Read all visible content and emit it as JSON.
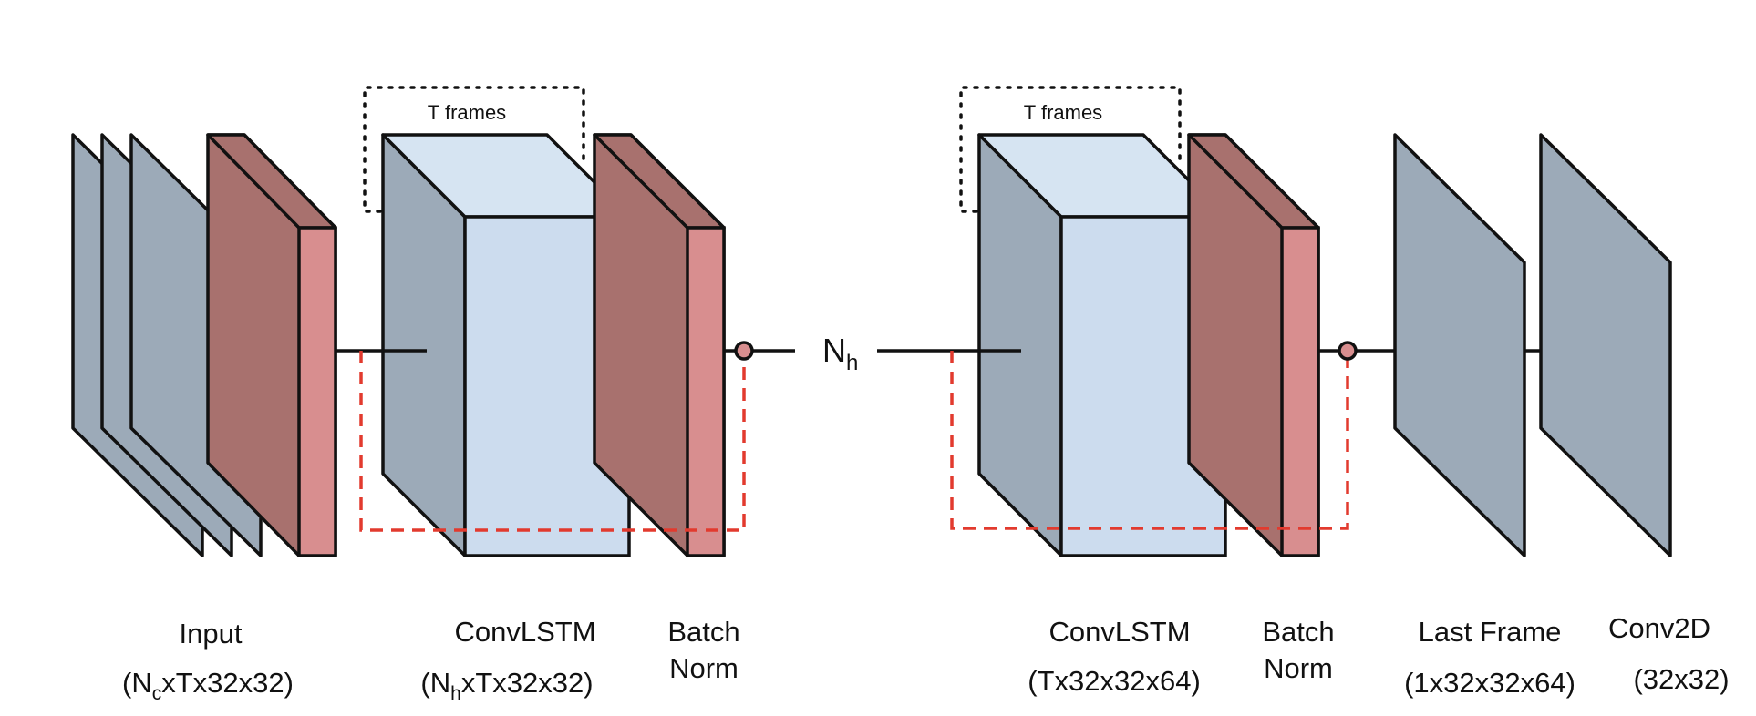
{
  "colors": {
    "gray_face": "#9CAAB8",
    "blue_front": "#CCDCEE",
    "blue_top": "#D6E4F2",
    "pink_front": "#D88E8F",
    "pink_side": "#A8716E",
    "dashed_red": "#E23A2E",
    "stroke": "#111111"
  },
  "blocks": {
    "input": {
      "label": "Input",
      "dims_prefix": "(N",
      "dims_sub": "c",
      "dims_suffix": "xTx32x32)"
    },
    "convlstm_1": {
      "label": "ConvLSTM",
      "dims_prefix": "(N",
      "dims_sub": "h",
      "dims_suffix": "xTx32x32)",
      "loop_label": "T frames"
    },
    "batchnorm_1": {
      "label_line1": "Batch",
      "label_line2": "Norm"
    },
    "hidden": {
      "prefix": "N",
      "sub": "h"
    },
    "convlstm_2": {
      "label": "ConvLSTM",
      "dims": "(Tx32x32x64)",
      "loop_label": "T frames"
    },
    "batchnorm_2": {
      "label_line1": "Batch",
      "label_line2": "Norm"
    },
    "last_frame": {
      "label": "Last Frame",
      "dims": "(1x32x32x64)"
    },
    "conv2d": {
      "label": "Conv2D",
      "dims": "(32x32)"
    }
  }
}
